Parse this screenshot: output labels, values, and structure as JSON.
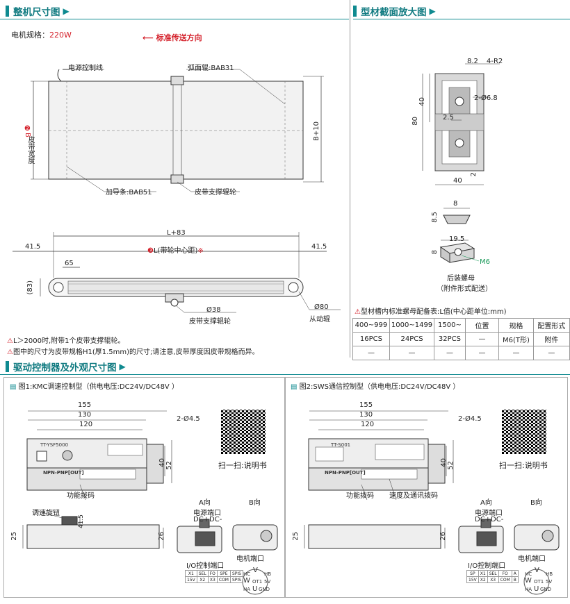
{
  "sections": {
    "overall": "整机尺寸图",
    "profile": "型材截面放大图",
    "driver": "驱动控制器及外观尺寸图"
  },
  "overall": {
    "motor_label": "电机规格：",
    "motor_value": "220W",
    "direction": "标准传送方向",
    "power_cable": "电源控制线",
    "arc_roller": "弧面辊:BAB31",
    "belt_width_mark": "❷B",
    "belt_width": "皮带宽度",
    "b10": "B+10",
    "guide": "加导条:BAB51",
    "support_roller": "皮带支撑辊轮",
    "l83": "L+83",
    "l_center_mark": "❸",
    "l_center": "L(带轮中心距)",
    "l_center_x": "※",
    "d415a": "41.5",
    "d415b": "41.5",
    "d65": "65",
    "d83": "(83)",
    "d38": "Ø38",
    "support_roller2": "皮带支撑辊轮",
    "d80": "Ø80",
    "driven": "从动辊",
    "note1": "L＞2000时,附带1个皮带支撑辊轮。",
    "note2": "图中的尺寸为皮带规格H1(厚1.5mm)的尺寸;请注意,皮带厚度因皮带规格而异。"
  },
  "profile": {
    "d82": "8.2",
    "r2": "4-R2",
    "d68": "2-Ø6.8",
    "d80": "80",
    "d40v": "40",
    "d25": "2.5",
    "d40h": "40",
    "d2": "2",
    "d8a": "8",
    "d85": "8.5",
    "d195": "19.5",
    "d8b": "8",
    "m6": "M6",
    "nut": "后装螺母",
    "nut_note": "（附件形式配送）",
    "table_title": "型材槽内标准螺母配备表:L值(中心距单位:mm)",
    "table_header": [
      "400~999",
      "1000~1499",
      "1500~",
      "位置",
      "规格",
      "配置形式"
    ],
    "table_row1": [
      "16PCS",
      "24PCS",
      "32PCS",
      "—",
      "M6(T形)",
      "附件"
    ],
    "table_row2": [
      "—",
      "—",
      "—",
      "—",
      "—",
      "—"
    ]
  },
  "fig1": {
    "title": "图1:KMC调速控制型（供电电压:DC24V/DC48V ）",
    "d155": "155",
    "d130": "130",
    "d120": "120",
    "d45": "2-Ø4.5",
    "d40": "40",
    "d52": "52",
    "qr": "扫一扫:说明书",
    "model": "TT-YSF5000",
    "npn": "NPN-PNP[OUT]",
    "dip": "功能拨码",
    "knob": "调速旋钮",
    "d415": "41.5",
    "d25": "25",
    "d26": "26",
    "a_dir": "A向",
    "b_dir": "B向",
    "power_port": "电源端口",
    "dc": "DC+DC-",
    "io_port": "I/O控制端口",
    "motor_port": "电机端口",
    "io_row1": [
      "X1",
      "SEL",
      "FO",
      "SPE",
      "SPIS"
    ],
    "io_row2": [
      "15V",
      "X2",
      "X3",
      "COM",
      "SPIS"
    ]
  },
  "fig2": {
    "title": "图2:SWS通信控制型（供电电压:DC24V/DC48V ）",
    "d155": "155",
    "d130": "130",
    "d120": "120",
    "d45": "2-Ø4.5",
    "d40": "40",
    "d52": "52",
    "qr": "扫一扫:说明书",
    "model": "TT-S001",
    "npn": "NPN-PNP[OUT]",
    "dip": "功能拨码",
    "speed_dip": "速度及通讯拨码",
    "d25": "25",
    "d26": "26",
    "a_dir": "A向",
    "b_dir": "B向",
    "power_port": "电源端口",
    "dc": "DC+DC-",
    "io_port": "I/O控制端口",
    "motor_port": "电机端口",
    "io_row1": [
      "SP",
      "X1",
      "SEL",
      "FO",
      "A"
    ],
    "io_row2": [
      "15V",
      "X2",
      "X3",
      "COM",
      "B"
    ]
  },
  "motor_conn": {
    "hc": "HC",
    "v": "V",
    "hb": "HB",
    "w": "W",
    "ot1": "OT1",
    "v5": "5V",
    "ha": "HA",
    "u": "U",
    "gnd": "GND"
  },
  "colors": {
    "teal": "#0f7a80",
    "red": "#d4202a",
    "green": "#1a9a5a"
  }
}
